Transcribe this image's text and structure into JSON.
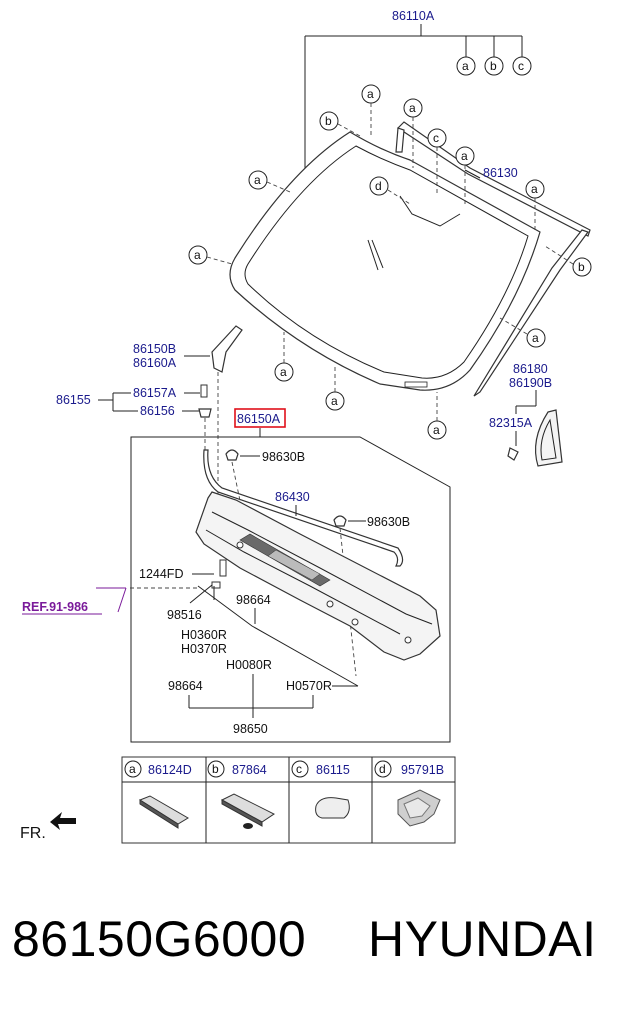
{
  "diagram": {
    "labels": {
      "windshield_glass": "86110A",
      "moulding": "86130",
      "cowl_bracket": "86150B",
      "cowl_bracket_2": "86160A",
      "screw": "86157A",
      "clip": "86156",
      "fastener_group": "86155",
      "cowl_panel": "86150A",
      "grommet_1": "98630B",
      "weatherstrip": "86430",
      "grommet_2": "98630B",
      "bolt": "1244FD",
      "ref": "REF.91-986",
      "nozzle": "98516",
      "hose_1": "98664",
      "hose_2": "H0360R",
      "hose_3": "H0370R",
      "hose_4": "H0080R",
      "hose_5": "98664",
      "hose_6": "H0570R",
      "hose_assy": "98650",
      "side_moulding": "86180",
      "side_moulding_2": "86190B",
      "side_garnish": "82315A",
      "front_marker": "FR."
    },
    "callout_letters": {
      "a": "a",
      "b": "b",
      "c": "c",
      "d": "d"
    },
    "legend": [
      {
        "letter": "a",
        "part": "86124D"
      },
      {
        "letter": "b",
        "part": "87864"
      },
      {
        "letter": "c",
        "part": "86115"
      },
      {
        "letter": "d",
        "part": "95791B"
      }
    ],
    "highlight_color": "#e0101a"
  },
  "footer": {
    "part_number": "86150G6000",
    "brand": "HYUNDAI"
  }
}
